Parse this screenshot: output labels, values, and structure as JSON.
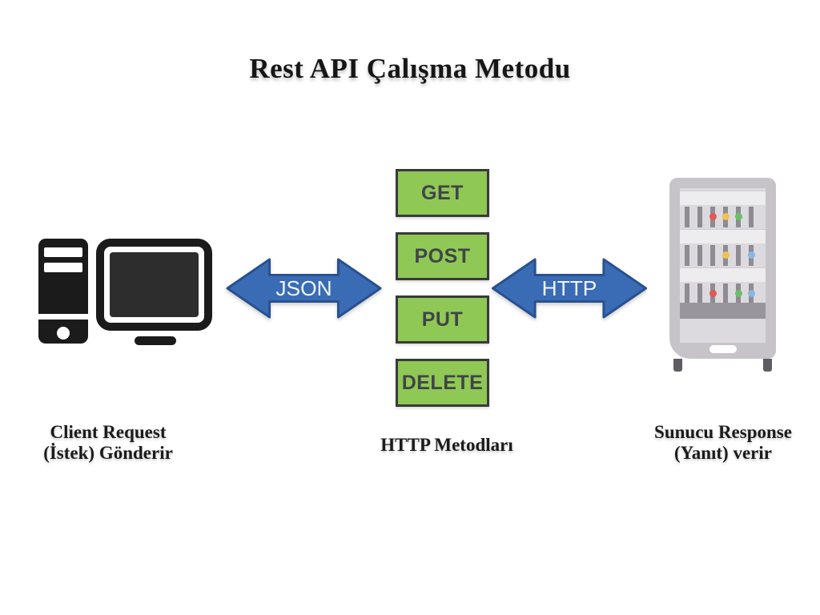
{
  "title": "Rest API Çalışma Metodu",
  "client": {
    "caption_line1": "Client Request",
    "caption_line2": "(İstek) Gönderir"
  },
  "arrows": {
    "left_label": "JSON",
    "right_label": "HTTP"
  },
  "methods": {
    "items": [
      "GET",
      "POST",
      "PUT",
      "DELETE"
    ],
    "caption": "HTTP Metodları"
  },
  "server": {
    "caption_line1": "Sunucu Response",
    "caption_line2": "(Yanıt) verir",
    "slats_per_unit": 6,
    "units": [
      {
        "leds": [
          {
            "slat": 2,
            "color": "led_red"
          },
          {
            "slat": 3,
            "color": "led_yellow"
          },
          {
            "slat": 4,
            "color": "led_green"
          }
        ]
      },
      {
        "leds": [
          {
            "slat": 3,
            "color": "led_yellow"
          },
          {
            "slat": 5,
            "color": "led_blue"
          }
        ]
      },
      {
        "leds": [
          {
            "slat": 2,
            "color": "led_red"
          },
          {
            "slat": 4,
            "color": "led_green"
          },
          {
            "slat": 5,
            "color": "led_blue"
          }
        ]
      }
    ]
  },
  "colors": {
    "green_fill": "#8fc855",
    "green_border": "#3a3a3a",
    "box_text": "#3f4547",
    "arrow_fill": "#3a6cb5",
    "arrow_border": "#27508f",
    "arrow_text": "#eff5fc",
    "icon_black": "#1b1b1b",
    "server_body": "#c6c4c9",
    "server_panel": "#dcdade",
    "server_bar": "#edecef",
    "server_slat": "#8e8c92",
    "server_band": "#98969c",
    "server_foot": "#5f5d63",
    "led_red": "#e05a55",
    "led_yellow": "#f2c14e",
    "led_green": "#6abf69",
    "led_blue": "#85b7e8"
  }
}
